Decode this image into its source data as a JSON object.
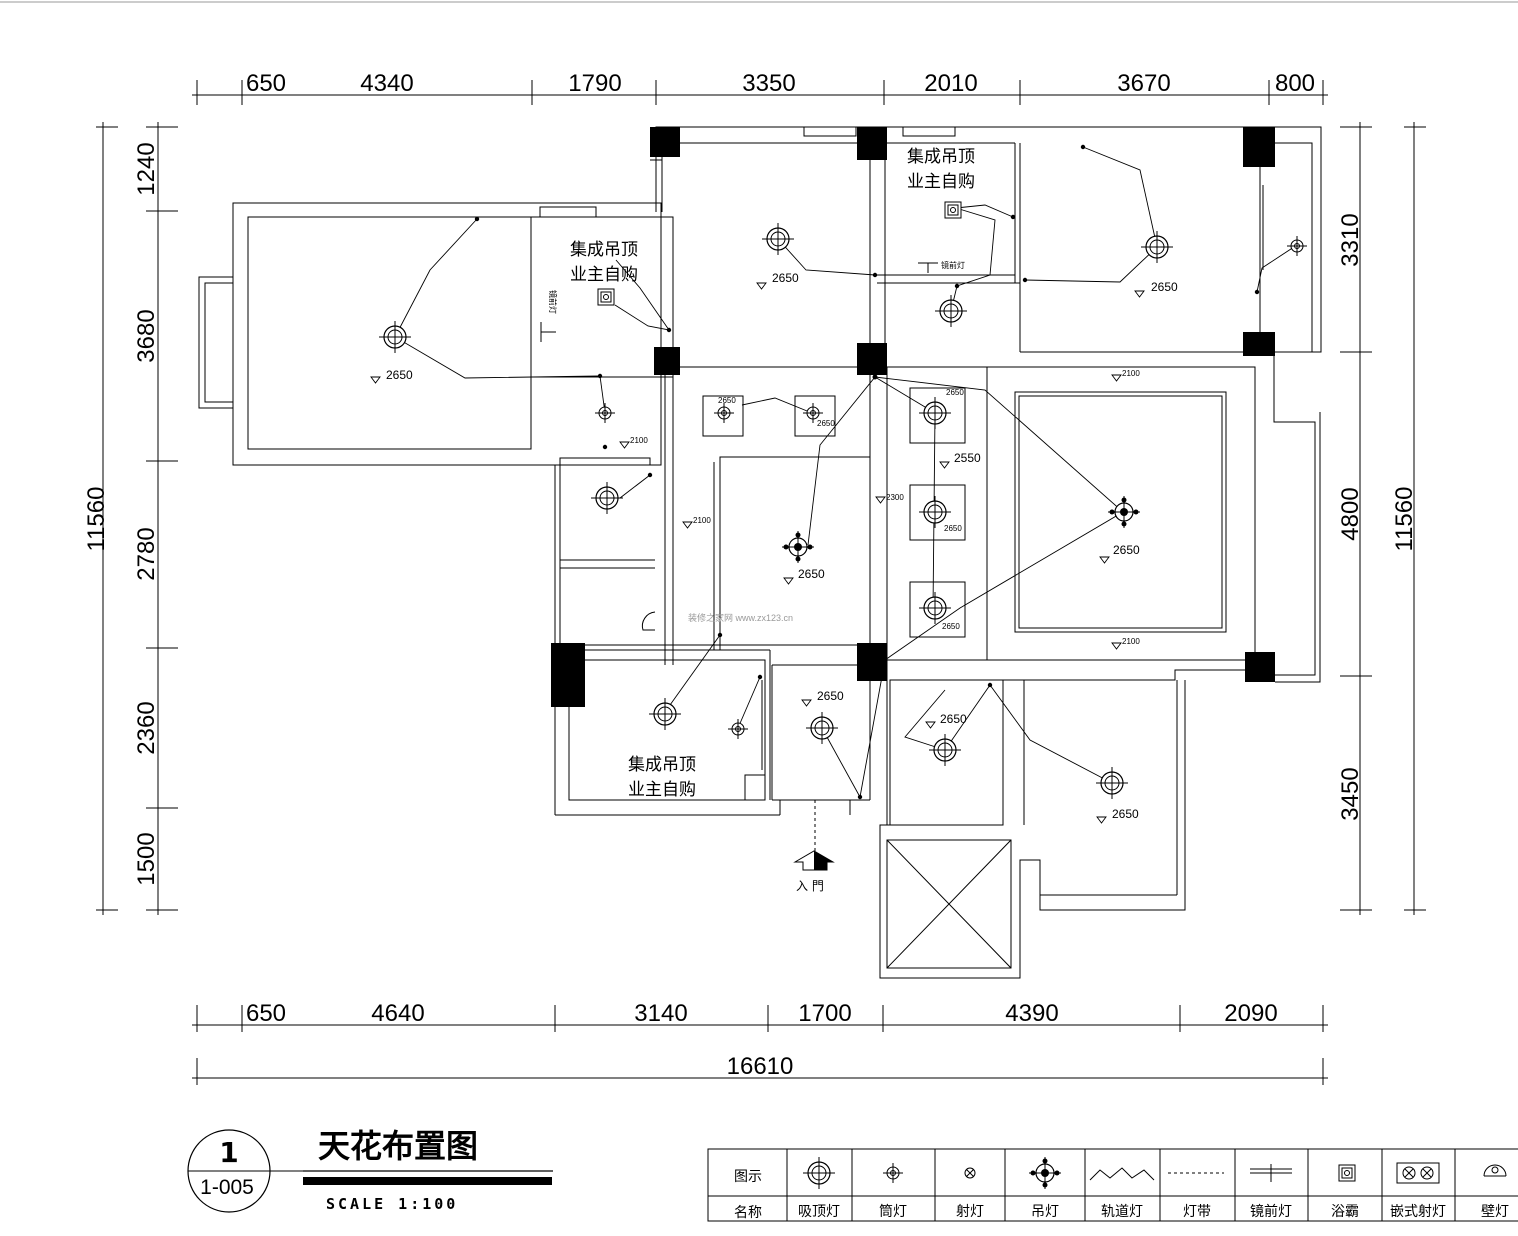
{
  "top_dims": [
    "650",
    "4340",
    "1790",
    "3350",
    "2010",
    "3670",
    "800"
  ],
  "bottom_dims": [
    "650",
    "4640",
    "3140",
    "1700",
    "4390",
    "2090"
  ],
  "total_width": "16610",
  "left_dims": [
    "1240",
    "3680",
    "2780",
    "2360",
    "1500"
  ],
  "left_total": "11560",
  "right_dims": [
    "3310",
    "4800",
    "3450"
  ],
  "right_total": "11560",
  "notes": {
    "ceiling_line1": "集成吊顶",
    "ceiling_line2": "业主自购",
    "entrance": "入 門",
    "mirror_light": "镜前灯"
  },
  "heights": {
    "h2650": "2650",
    "h2550": "2550",
    "h2100": "2100",
    "h2300": "2300"
  },
  "watermark": "装修之家网 www.zx123.cn",
  "title_block": {
    "number": "1",
    "sheet": "1-005",
    "title": "天花布置图",
    "scale": "SCALE  1:100"
  },
  "legend": {
    "row1_label": "图示",
    "row2_label": "名称",
    "items": [
      {
        "name": "吸顶灯",
        "icon": "ceiling-lamp-icon"
      },
      {
        "name": "筒灯",
        "icon": "downlight-icon"
      },
      {
        "name": "射灯",
        "icon": "spotlight-icon"
      },
      {
        "name": "吊灯",
        "icon": "chandelier-icon"
      },
      {
        "name": "轨道灯",
        "icon": "track-light-icon"
      },
      {
        "name": "灯带",
        "icon": "light-strip-icon"
      },
      {
        "name": "镜前灯",
        "icon": "mirror-light-icon"
      },
      {
        "name": "浴霸",
        "icon": "bath-heater-icon"
      },
      {
        "name": "嵌式射灯",
        "icon": "recessed-spotlight-icon"
      },
      {
        "name": "壁灯",
        "icon": "wall-lamp-icon"
      }
    ]
  }
}
